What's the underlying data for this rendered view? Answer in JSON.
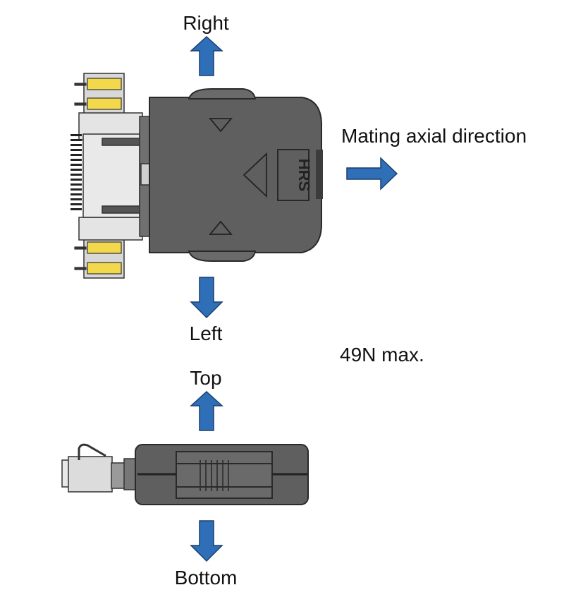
{
  "labels": {
    "right": "Right",
    "left": "Left",
    "mating": "Mating axial direction",
    "force": "49N max.",
    "top": "Top",
    "bottom": "Bottom",
    "logo": "HRS"
  },
  "colors": {
    "arrow": "#2f6fb8",
    "arrow_outline": "#1a3f6e",
    "housing": "#5f5f5f",
    "housing_dark": "#3c3c3c",
    "metal": "#dcdcdc",
    "contact": "#f2d84a"
  },
  "icons": {
    "arrow": "block-arrow-icon",
    "logo": "hrs-logo"
  }
}
